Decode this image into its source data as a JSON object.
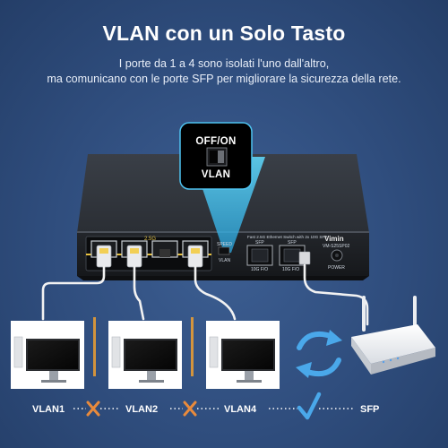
{
  "header": {
    "title": "VLAN con un Solo Tasto",
    "subtitle_line1": "I porte da 1 a 4 sono isolati l'uno dall'altro,",
    "subtitle_line2": "ma comunicano con le porte SFP per migliorare la sicurezza della rete."
  },
  "callout": {
    "line1": "OFF/ON",
    "line2": "VLAN"
  },
  "switch": {
    "brand": "Vimin",
    "model": "VM-S25SP02",
    "description": "Fast 2.5G Ethernet Switch with 2x 10G SFP",
    "port_group": "2.5G",
    "sfp_label_1": "SFP",
    "sfp_label_2": "SFP",
    "sfp_speed_1": "10G F/O",
    "sfp_speed_2": "10G F/O",
    "vlan_switch_label": "VLAN",
    "power_label": "POWER",
    "led_label": "SPEED"
  },
  "devices": {
    "pc1": "VLAN1",
    "pc2": "VLAN2",
    "pc3": "VLAN4",
    "router": "SFP"
  },
  "colors": {
    "background": "#2f4d7d",
    "accent_cyan": "#4ec3f0",
    "blocked_orange": "#e88a3c",
    "check_blue": "#4aa8ea",
    "divider": "#f0a030"
  },
  "icons": [
    "pc-icon",
    "router-icon",
    "refresh-arrows-icon",
    "cross-icon",
    "check-icon",
    "ethernet-port-icon",
    "sfp-port-icon"
  ]
}
